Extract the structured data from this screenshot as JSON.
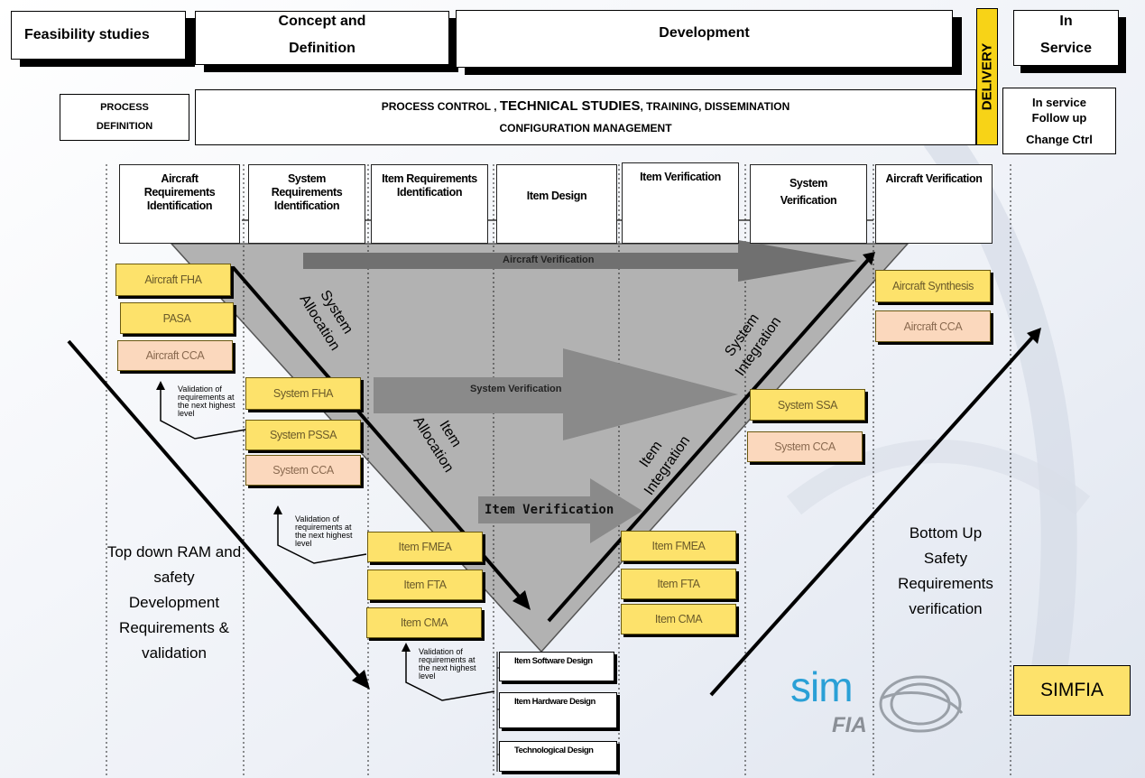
{
  "phases": {
    "feasibility": "Feasibility studies",
    "concept_line1": "Concept and",
    "concept_line2": "Definition",
    "development": "Development",
    "delivery": "DELIVERY",
    "in_service_line1": "In",
    "in_service_line2": "Service"
  },
  "process": {
    "definition_line1": "PROCESS",
    "definition_line2": "DEFINITION",
    "control_a": "PROCESS CONTROL , ",
    "control_b": "TECHNICAL STUDIES",
    "control_c": ", TRAINING,  DISSEMINATION",
    "configuration": "CONFIGURATION MANAGEMENT",
    "in_service_followup_line1": "In service",
    "in_service_followup_line2": "Follow up",
    "change_ctrl": "Change Ctrl"
  },
  "columns": [
    [
      "Aircraft",
      "Requirements",
      "Identification"
    ],
    [
      "System",
      "Requirements",
      "Identification"
    ],
    [
      "Item Requirements",
      "Identification"
    ],
    [
      "Item Design"
    ],
    [
      "Item Verification"
    ],
    [
      "System",
      "Verification"
    ],
    [
      "Aircraft Verification"
    ]
  ],
  "boxes": {
    "aircraft_fha": "Aircraft FHA",
    "pasa": "PASA",
    "aircraft_cca_left": "Aircraft CCA",
    "system_fha": "System FHA",
    "system_pssa": "System PSSA",
    "system_cca_left": "System CCA",
    "item_fmea_left": "Item FMEA",
    "item_fta_left": "Item FTA",
    "item_cma_left": "Item CMA",
    "item_fmea_right": "Item FMEA",
    "item_fta_right": "Item FTA",
    "item_cma_right": "Item CMA",
    "system_ssa": "System SSA",
    "system_cca_right": "System CCA",
    "aircraft_synthesis": "Aircraft Synthesis",
    "aircraft_cca_right": "Aircraft CCA"
  },
  "design_boxes": {
    "software": "Item Software Design",
    "hardware": "Item Hardware Design",
    "technological": "Technological Design"
  },
  "validation_note": [
    "Validation of",
    "requirements at",
    "the next highest",
    "level"
  ],
  "arrows": {
    "aircraft_verification": "Aircraft Verification",
    "system_verification": "System Verification",
    "item_verification": "Item Verification"
  },
  "rotated": {
    "system_allocation": [
      "System",
      "Allocation"
    ],
    "item_allocation": [
      "Item",
      "Allocation"
    ],
    "item_integration": [
      "Item",
      "Integration"
    ],
    "system_integration": [
      "System",
      "Integration"
    ]
  },
  "left_label": [
    "Top down RAM and",
    "safety",
    "Development",
    "Requirements  &",
    "validation"
  ],
  "right_label": [
    "Bottom Up",
    "Safety",
    "Requirements",
    "verification"
  ],
  "logo": {
    "sim": "sim",
    "fia": "FIA"
  },
  "simfia_badge": "SIMFIA",
  "colors": {
    "yellow": "#fde26b",
    "peach": "#fbd8bd",
    "triangle": "#b2b2b2",
    "logo_blue": "#2aa0d6"
  }
}
